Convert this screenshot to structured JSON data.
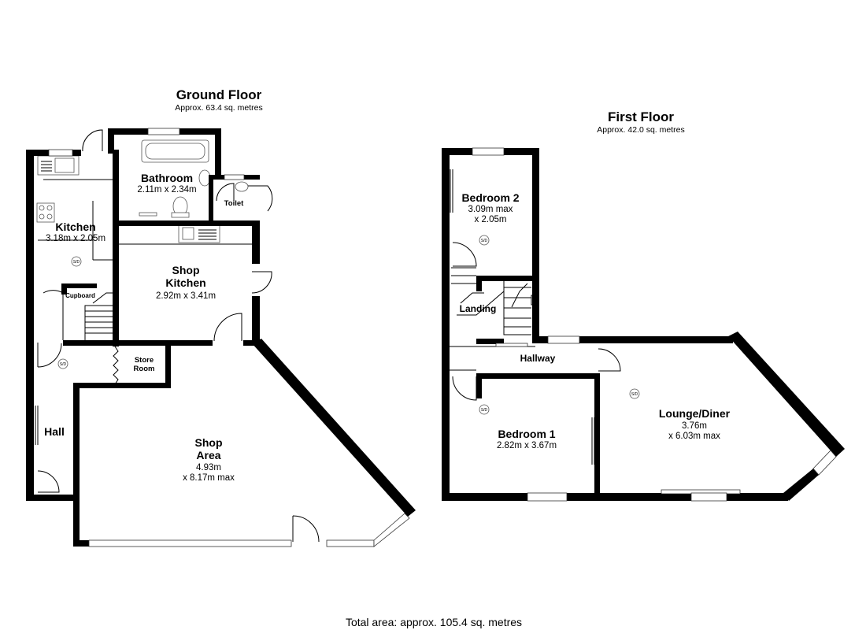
{
  "ground_floor": {
    "title": "Ground Floor",
    "area": "Approx. 63.4 sq. metres",
    "rooms": {
      "bathroom": {
        "name": "Bathroom",
        "dims": "2.11m x 2.34m"
      },
      "toilet": {
        "name": "Toilet"
      },
      "kitchen": {
        "name": "Kitchen",
        "dims": "3.18m x 2.05m"
      },
      "shop_kitchen": {
        "name_line1": "Shop",
        "name_line2": "Kitchen",
        "dims": "2.92m x 3.41m"
      },
      "cupboard": {
        "name": "Cupboard"
      },
      "store_room": {
        "name_line1": "Store",
        "name_line2": "Room"
      },
      "hall": {
        "name": "Hall"
      },
      "shop_area": {
        "name_line1": "Shop",
        "name_line2": "Area",
        "dims_line1": "4.93m",
        "dims_line2": "x 8.17m max"
      }
    }
  },
  "first_floor": {
    "title": "First Floor",
    "area": "Approx. 42.0 sq. metres",
    "rooms": {
      "bedroom2": {
        "name": "Bedroom 2",
        "dims_line1": "3.09m max",
        "dims_line2": "x 2.05m"
      },
      "landing": {
        "name": "Landing"
      },
      "hallway": {
        "name": "Hallway"
      },
      "bedroom1": {
        "name": "Bedroom 1",
        "dims": "2.82m x 3.67m"
      },
      "lounge": {
        "name": "Lounge/Diner",
        "dims_line1": "3.76m",
        "dims_line2": "x 6.03m max"
      }
    }
  },
  "smoke_detector_label": "S/D",
  "total_area": "Total area: approx. 105.4 sq. metres"
}
